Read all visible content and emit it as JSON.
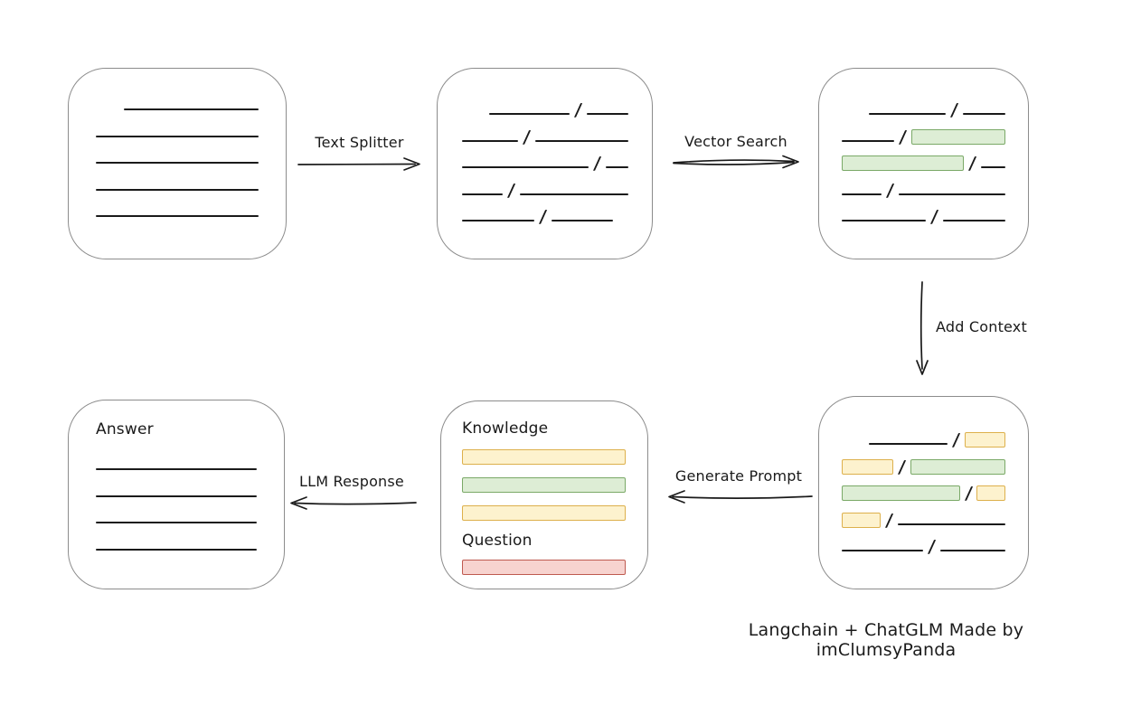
{
  "caption": "Langchain + ChatGLM Made by imClumsyPanda",
  "glyphs": {
    "slash": "/"
  },
  "colors": {
    "green_fill": "#ddedd5",
    "green_border": "#7aa967",
    "yellow_fill": "#fdf2ce",
    "yellow_border": "#ddb04c",
    "red_fill": "#f7d3cf",
    "red_border": "#bf5a50",
    "line_color": "#1a1a1a",
    "box_border": "#8c8c8c",
    "text_color": "#1a1a1a"
  },
  "arrows": {
    "text_splitter": {
      "label": "Text Splitter",
      "direction": "right"
    },
    "vector_search": {
      "label": "Vector Search",
      "direction": "right"
    },
    "add_context": {
      "label": "Add Context",
      "direction": "down"
    },
    "generate_prompt": {
      "label": "Generate Prompt",
      "direction": "left"
    },
    "llm_response": {
      "label": "LLM Response",
      "direction": "left"
    }
  },
  "boxes": {
    "document": {
      "rows": [
        [
          {
            "t": "line",
            "w": 151,
            "indent": 31
          }
        ],
        [
          {
            "t": "line",
            "w": 182
          }
        ],
        [
          {
            "t": "line",
            "w": 182
          }
        ],
        [
          {
            "t": "line",
            "w": 182
          }
        ],
        [
          {
            "t": "line",
            "w": 182
          }
        ]
      ]
    },
    "split_chunks": {
      "rows": [
        [
          {
            "t": "line",
            "w": 90,
            "indent": 30
          },
          {
            "t": "slash"
          },
          {
            "t": "line",
            "w": 47
          }
        ],
        [
          {
            "t": "line",
            "w": 63
          },
          {
            "t": "slash"
          },
          {
            "t": "line",
            "w": 105
          }
        ],
        [
          {
            "t": "line",
            "w": 140
          },
          {
            "t": "slash"
          },
          {
            "t": "line",
            "w": 25
          }
        ],
        [
          {
            "t": "line",
            "w": 45
          },
          {
            "t": "slash"
          },
          {
            "t": "line",
            "w": 120
          }
        ],
        [
          {
            "t": "line",
            "w": 80
          },
          {
            "t": "slash"
          },
          {
            "t": "line",
            "w": 68
          }
        ]
      ]
    },
    "retrieved_chunks": {
      "rows": [
        [
          {
            "t": "line",
            "w": 88,
            "indent": 30
          },
          {
            "t": "slash"
          },
          {
            "t": "line",
            "w": 49
          }
        ],
        [
          {
            "t": "line",
            "w": 60
          },
          {
            "t": "slash"
          },
          {
            "t": "chip",
            "c": "green",
            "w": 106
          }
        ],
        [
          {
            "t": "chip",
            "c": "green",
            "w": 135
          },
          {
            "t": "slash"
          },
          {
            "t": "line",
            "w": 28
          }
        ],
        [
          {
            "t": "line",
            "w": 46
          },
          {
            "t": "slash"
          },
          {
            "t": "line",
            "w": 122
          }
        ],
        [
          {
            "t": "line",
            "w": 95
          },
          {
            "t": "slash"
          },
          {
            "t": "line",
            "w": 70
          }
        ]
      ]
    },
    "context_chunks": {
      "rows": [
        [
          {
            "t": "line",
            "w": 88,
            "indent": 30
          },
          {
            "t": "slash"
          },
          {
            "t": "chip",
            "c": "yellow",
            "w": 44
          }
        ],
        [
          {
            "t": "chip",
            "c": "yellow",
            "w": 57
          },
          {
            "t": "slash"
          },
          {
            "t": "chip",
            "c": "green",
            "w": 106
          }
        ],
        [
          {
            "t": "chip",
            "c": "green",
            "w": 135
          },
          {
            "t": "slash"
          },
          {
            "t": "chip",
            "c": "yellow",
            "w": 31
          }
        ],
        [
          {
            "t": "chip",
            "c": "yellow",
            "w": 42
          },
          {
            "t": "slash"
          },
          {
            "t": "line",
            "w": 122
          }
        ],
        [
          {
            "t": "line",
            "w": 93
          },
          {
            "t": "slash"
          },
          {
            "t": "line",
            "w": 74
          }
        ]
      ]
    },
    "prompt": {
      "knowledge_label": "Knowledge",
      "question_label": "Question",
      "knowledge_bars": [
        [
          {
            "t": "chip",
            "c": "yellow",
            "w": 180
          }
        ],
        [
          {
            "t": "chip",
            "c": "green",
            "w": 180
          }
        ],
        [
          {
            "t": "chip",
            "c": "yellow",
            "w": 180
          }
        ]
      ],
      "question_bars": [
        [
          {
            "t": "chip",
            "c": "red",
            "w": 180
          }
        ]
      ]
    },
    "answer": {
      "label": "Answer",
      "rows": [
        [
          {
            "t": "line",
            "w": 180
          }
        ],
        [
          {
            "t": "line",
            "w": 180
          }
        ],
        [
          {
            "t": "line",
            "w": 180
          }
        ],
        [
          {
            "t": "line",
            "w": 180
          }
        ]
      ]
    }
  }
}
